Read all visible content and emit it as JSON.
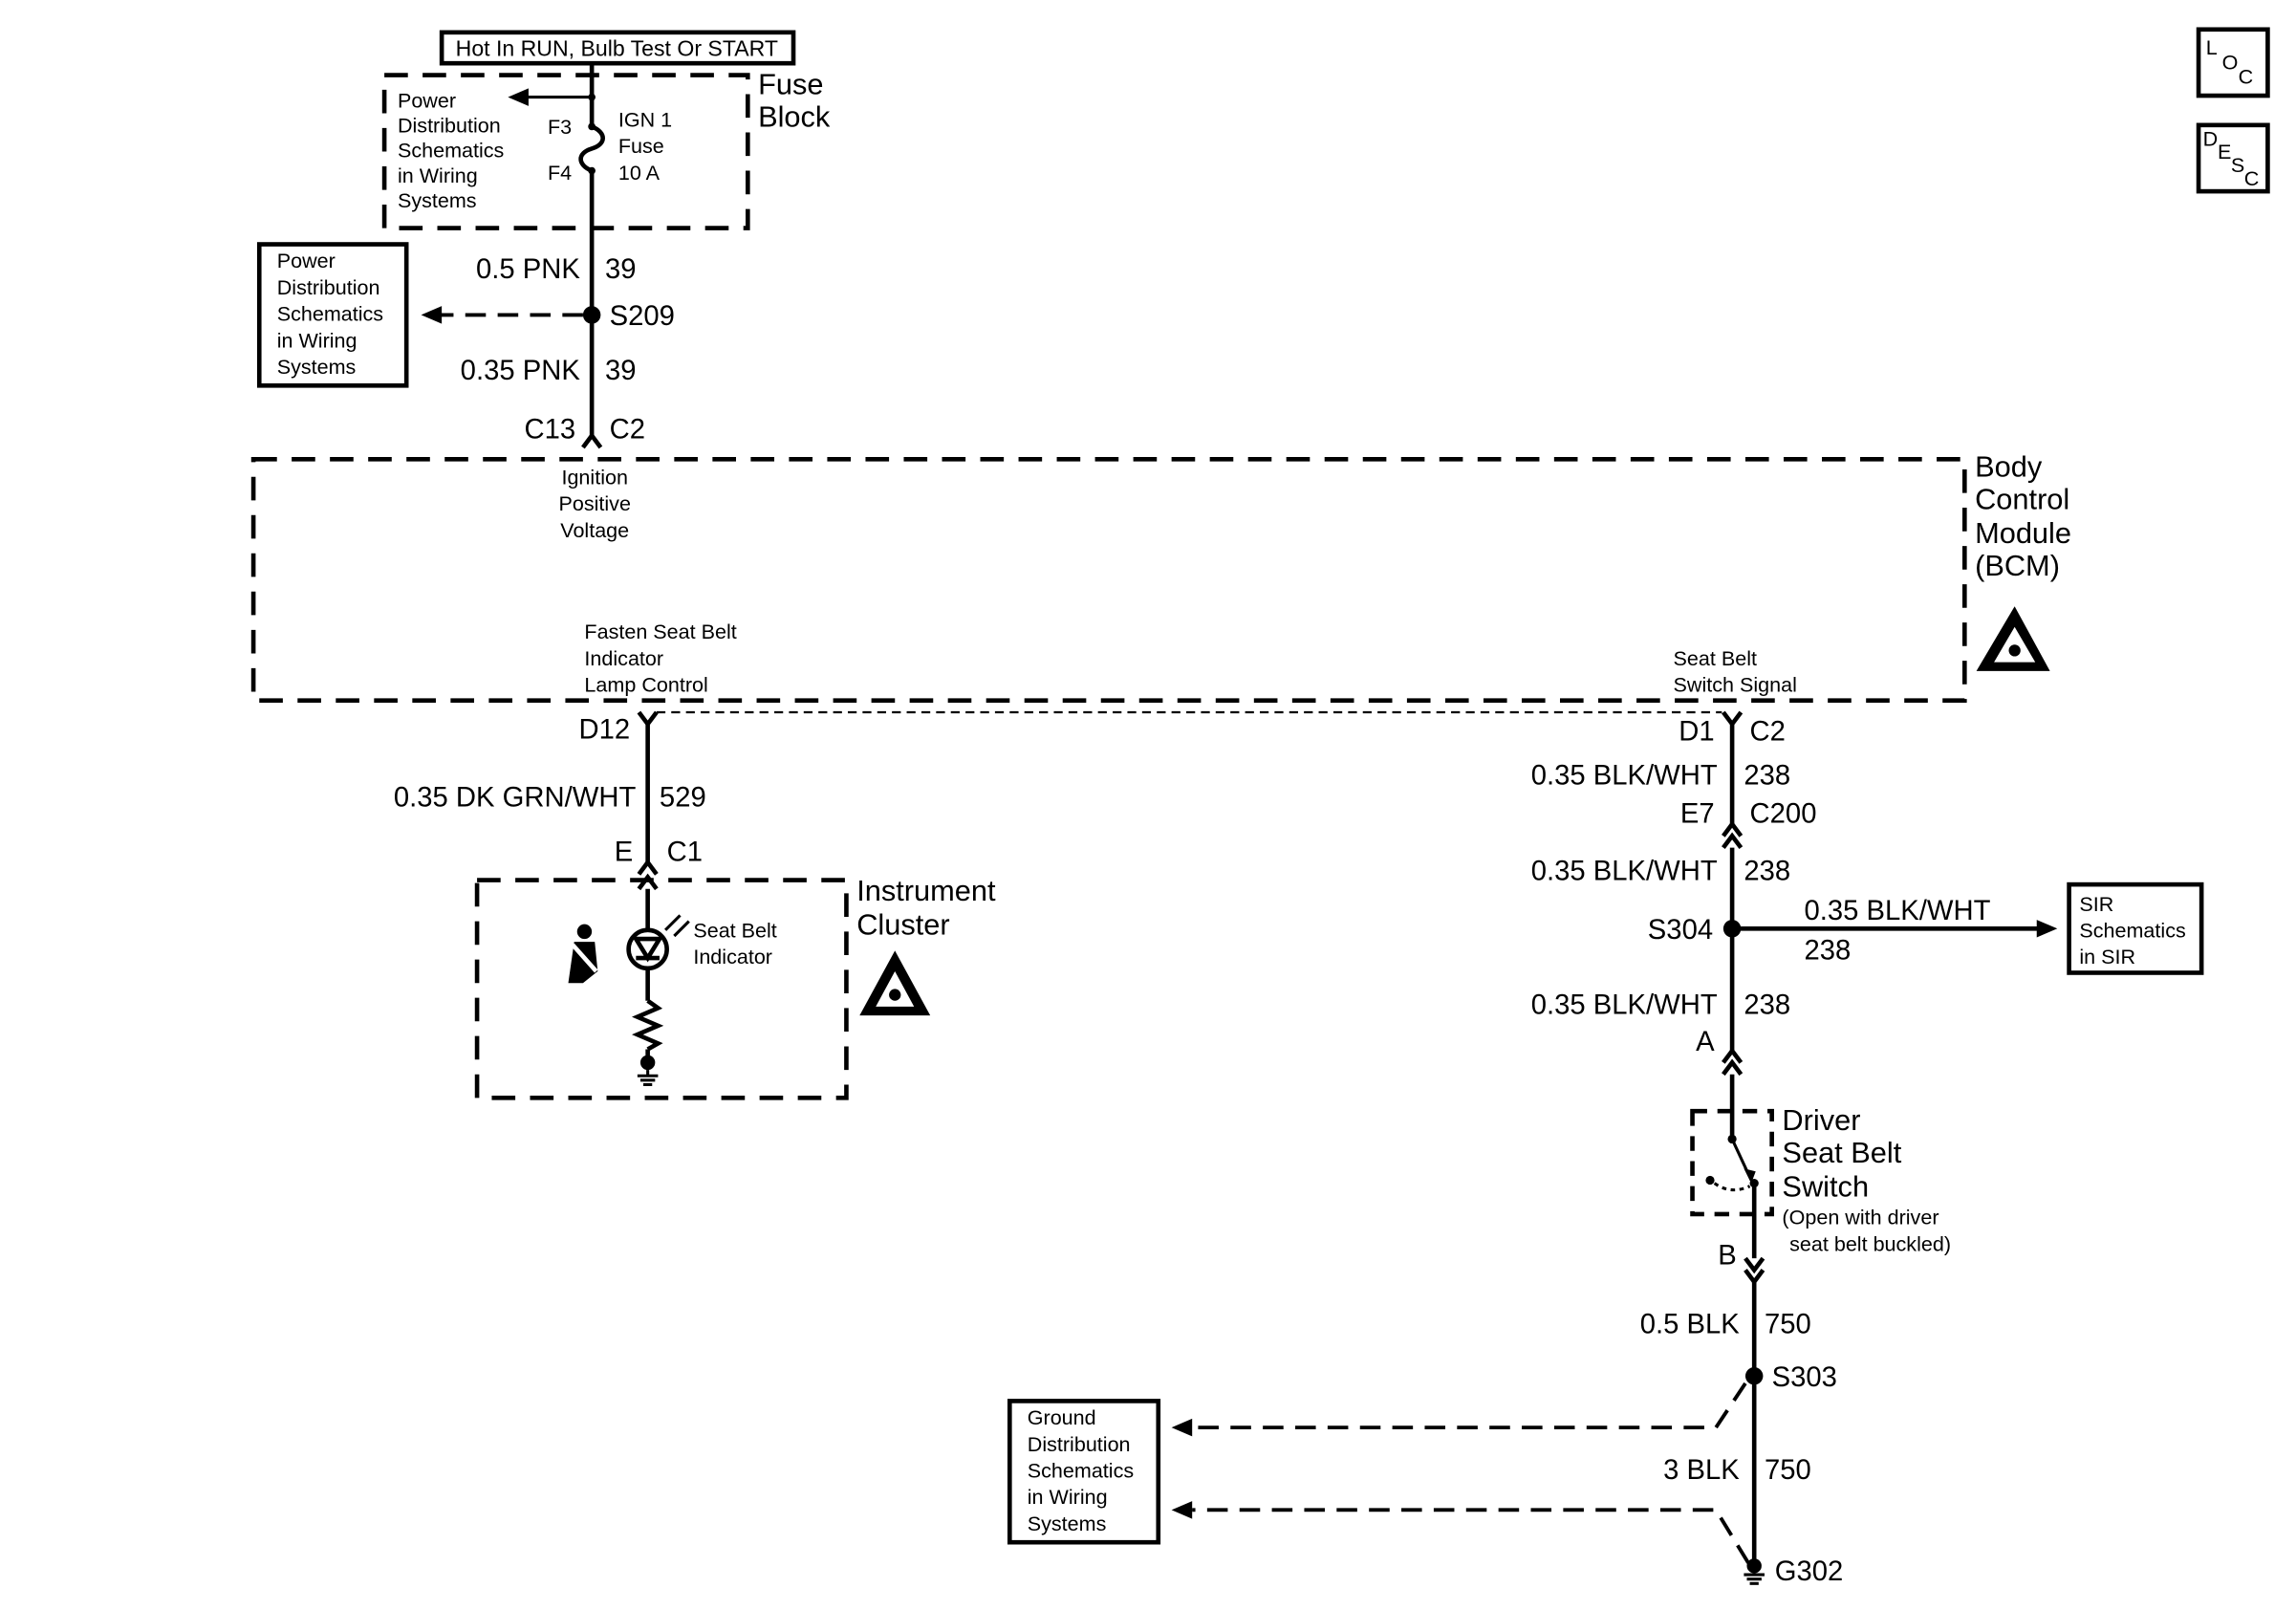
{
  "supply_label": "Hot In RUN, Bulb Test Or START",
  "fuse_block": {
    "title_line1": "Fuse",
    "title_line2": "Block",
    "ref": [
      "Power",
      "Distribution",
      "Schematics",
      "in Wiring",
      "Systems"
    ],
    "pin_in": "F3",
    "pin_out": "F4",
    "fuse": [
      "IGN 1",
      "Fuse",
      "10 A"
    ]
  },
  "power_ref": [
    "Power",
    "Distribution",
    "Schematics",
    "in Wiring",
    "Systems"
  ],
  "upper_wires": {
    "w1_size_color": "0.5 PNK",
    "w1_circuit": "39",
    "splice": "S209",
    "w2_size_color": "0.35 PNK",
    "w2_circuit": "39",
    "bcm_pin": "C13",
    "bcm_conn": "C2"
  },
  "bcm": {
    "title": [
      "Body",
      "Control",
      "Module",
      "(BCM)"
    ],
    "ignition": [
      "Ignition",
      "Positive",
      "Voltage"
    ],
    "lamp_control": [
      "Fasten Seat Belt",
      "Indicator",
      "Lamp Control"
    ],
    "switch_signal": [
      "Seat Belt",
      "Switch Signal"
    ]
  },
  "left_branch": {
    "pin": "D12",
    "wire_size_color": "0.35 DK GRN/WHT",
    "wire_circuit": "529",
    "ic_pin": "E",
    "ic_conn": "C1",
    "cluster_title": [
      "Instrument",
      "Cluster"
    ],
    "indicator": [
      "Seat Belt",
      "Indicator"
    ]
  },
  "right_branch": {
    "pin": "D1",
    "conn": "C2",
    "w1_size_color": "0.35 BLK/WHT",
    "w1_circuit": "238",
    "inline_pin": "E7",
    "inline_conn": "C200",
    "w2_size_color": "0.35 BLK/WHT",
    "w2_circuit": "238",
    "splice": "S304",
    "sir_size_color": "0.35 BLK/WHT",
    "sir_circuit": "238",
    "sir_ref": [
      "SIR",
      "Schematics",
      "in SIR"
    ],
    "w3_size_color": "0.35 BLK/WHT",
    "w3_circuit": "238",
    "switch_pin_a": "A",
    "switch_title": [
      "Driver",
      "Seat Belt",
      "Switch"
    ],
    "switch_note": [
      "(Open with driver",
      "seat belt buckled)"
    ],
    "switch_pin_b": "B",
    "w4_size_color": "0.5 BLK",
    "w4_circuit": "750",
    "ground_splice": "S303",
    "w5_size_color": "3 BLK",
    "w5_circuit": "750",
    "ground": "G302",
    "ground_ref": [
      "Ground",
      "Distribution",
      "Schematics",
      "in Wiring",
      "Systems"
    ]
  },
  "legend": {
    "loc": [
      "L",
      "O",
      "C"
    ],
    "desc": [
      "D",
      "E",
      "S",
      "C"
    ]
  }
}
